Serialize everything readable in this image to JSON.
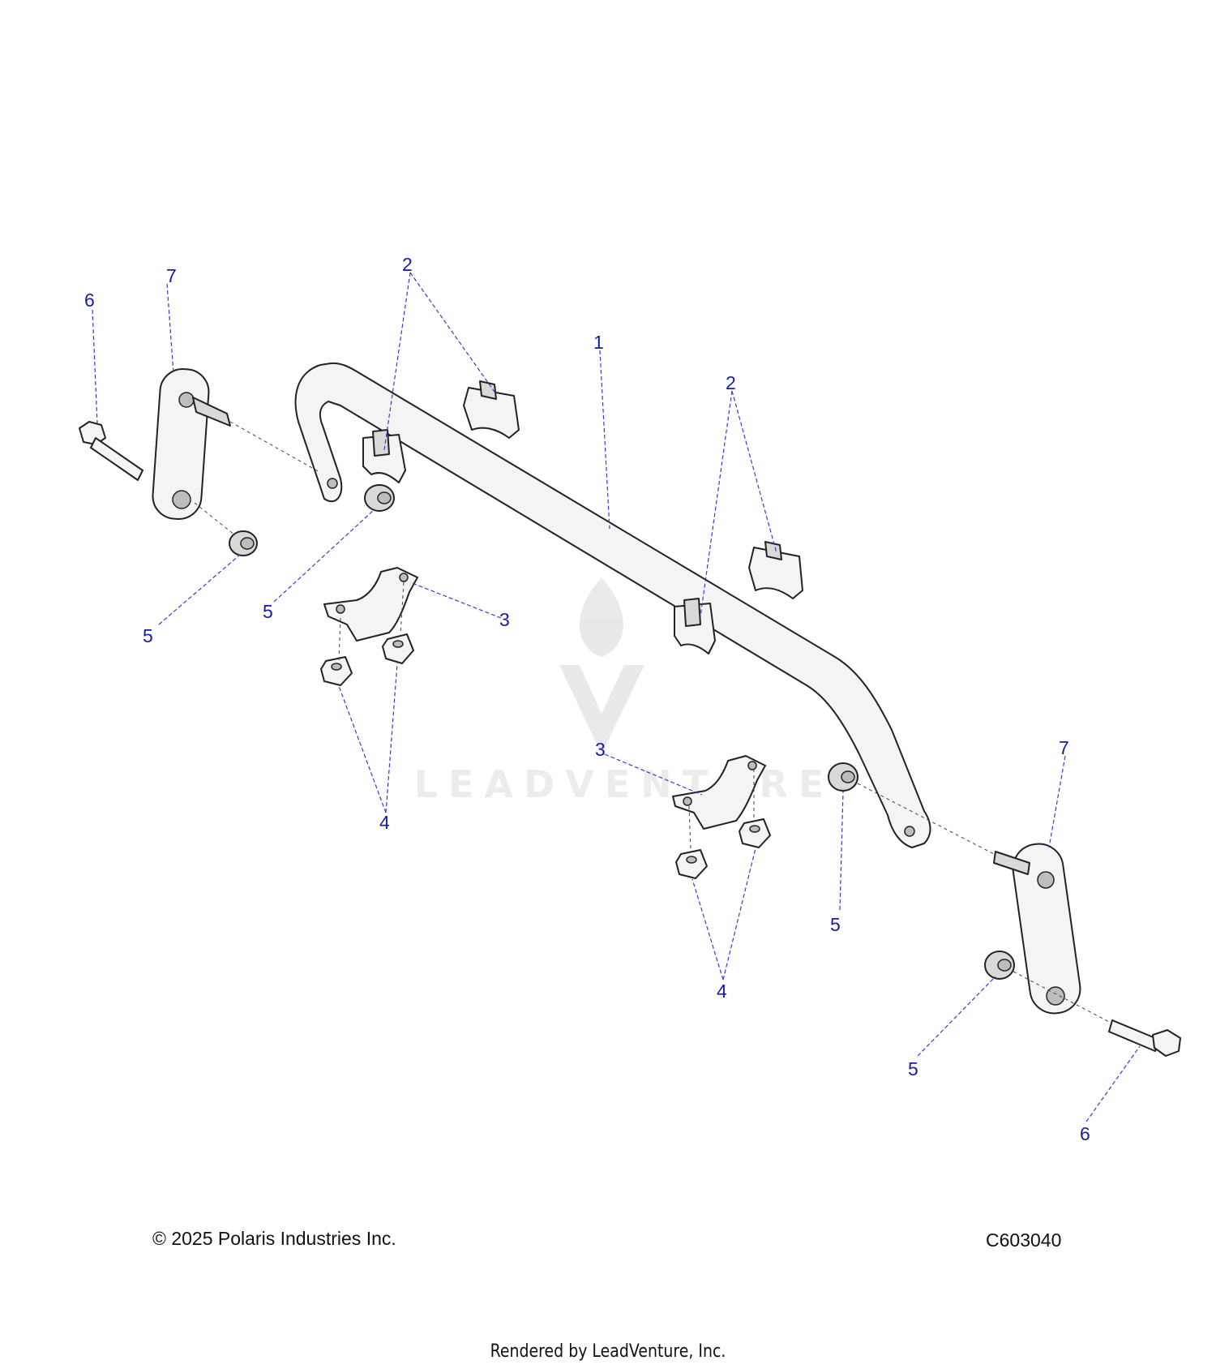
{
  "diagram": {
    "callouts": {
      "bar": "1",
      "bushing": "2",
      "bracket": "3",
      "nut": "4",
      "washer": "5",
      "bolt": "6",
      "link": "7"
    },
    "copyright": "© 2025 Polaris Industries Inc.",
    "figure_code": "C603040",
    "rendered_by": "Rendered by LeadVenture, Inc.",
    "watermark": "LEADVENTURE"
  }
}
